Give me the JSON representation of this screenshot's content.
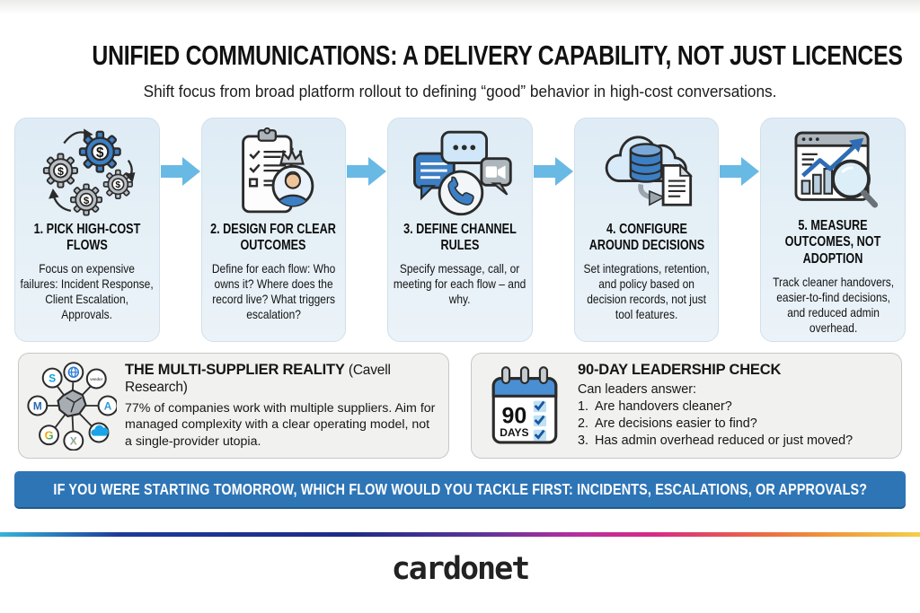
{
  "header": {
    "title": "UNIFIED COMMUNICATIONS: A DELIVERY CAPABILITY, NOT JUST LICENCES",
    "subtitle": "Shift focus from broad platform rollout to defining “good” behavior in high-cost conversations."
  },
  "steps": [
    {
      "icon": "gears-dollar-icon",
      "icon_symbol": "$",
      "heading": "1. PICK HIGH-COST FLOWS",
      "body": "Focus on expensive failures: Incident Response, Client Escalation, Approvals."
    },
    {
      "icon": "clipboard-owner-icon",
      "heading": "2. DESIGN FOR CLEAR OUTCOMES",
      "body": "Define for each flow: Who owns it? Where does the record live? What triggers escalation?"
    },
    {
      "icon": "chat-call-video-icon",
      "heading": "3. DEFINE CHANNEL RULES",
      "body": "Specify message, call, or meeting for each flow – and why."
    },
    {
      "icon": "cloud-database-record-icon",
      "heading": "4. CONFIGURE AROUND DECISIONS",
      "body": "Set integrations, retention, and policy based on decision records, not just tool features."
    },
    {
      "icon": "analytics-magnifier-icon",
      "heading": "5. MEASURE OUTCOMES, NOT ADOPTION",
      "body": "Track cleaner handovers, easier-to-find decisions, and reduced admin overhead."
    }
  ],
  "info_boxes": {
    "supplier": {
      "icon": "multi-vendor-network-icon",
      "title": "THE MULTI-SUPPLIER REALITY",
      "title_suffix": " (Cavell Research)",
      "body": "77% of companies work with multiple suppliers. Aim for managed complexity with a clear operating model, not a single-provider utopia.",
      "icon_letters": {
        "s": "S",
        "m": "M",
        "a": "A",
        "g": "G",
        "x": "X",
        "vendor": "vendor"
      }
    },
    "leadership": {
      "icon": "calendar-90-days-icon",
      "calendar_number": "90",
      "calendar_label": "DAYS",
      "title": "90-DAY LEADERSHIP CHECK",
      "intro": "Can leaders answer:",
      "items": [
        {
          "num": "1.",
          "text": "Are handovers cleaner?"
        },
        {
          "num": "2.",
          "text": "Are decisions easier to find?"
        },
        {
          "num": "3.",
          "text": "Has admin overhead reduced or just moved?"
        }
      ]
    }
  },
  "banner": {
    "text": "IF YOU WERE STARTING TOMORROW, WHICH FLOW WOULD YOU TACKLE FIRST: INCIDENTS, ESCALATIONS, OR APPROVALS?"
  },
  "footer": {
    "logo_text": "cardonet"
  },
  "colors": {
    "ink": "#161616",
    "banner_blue": "#2e75b6",
    "banner_shadow": "#24598a",
    "arrow_blue": "#69b9e5",
    "card_bg_top": "#dfecf5",
    "card_bg_bottom": "#ebf3f8",
    "card_border": "#d0e0ec",
    "box_bg": "#f1f1ef",
    "box_border": "#c7c7c5",
    "icon_blue": "#3c7fc4",
    "rainbow": "linear-gradient(90deg,#35b4d8 0%,#1f3a9a 13%,#1d2c85 38%,#5b3498 52%,#b92e9e 63%,#d62a86 71%,#ea6548 82%,#ef8f3a 89%,#f3cf4a 100%)"
  }
}
